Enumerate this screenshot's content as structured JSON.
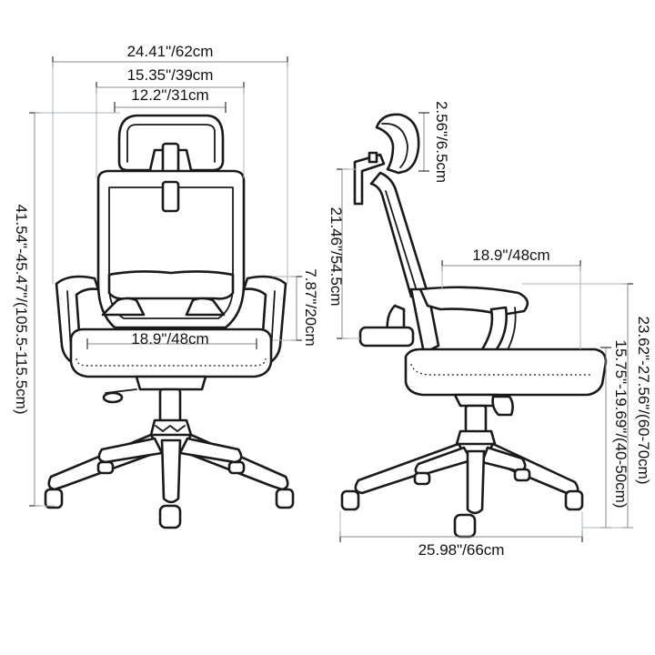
{
  "front_view": {
    "overall_width": "24.41\"/62cm",
    "backrest_width": "15.35\"/39cm",
    "headrest_width": "12.2\"/31cm",
    "overall_height": "41.54\"-45.47\"/(105.5-115.5cm)",
    "armrest_height": "7.87\"/20cm",
    "seat_width": "18.9\"/48cm"
  },
  "side_view": {
    "headrest_height": "2.56\"/6.5cm",
    "backrest_height": "21.46\"/54.5cm",
    "seat_depth": "18.9\"/48cm",
    "armrest_floor_height": "23.62\"-27.56\"/(60-70cm)",
    "seat_floor_height": "15.75\"-19.69\"/(40-50cm)",
    "base_depth": "25.98\"/66cm"
  }
}
